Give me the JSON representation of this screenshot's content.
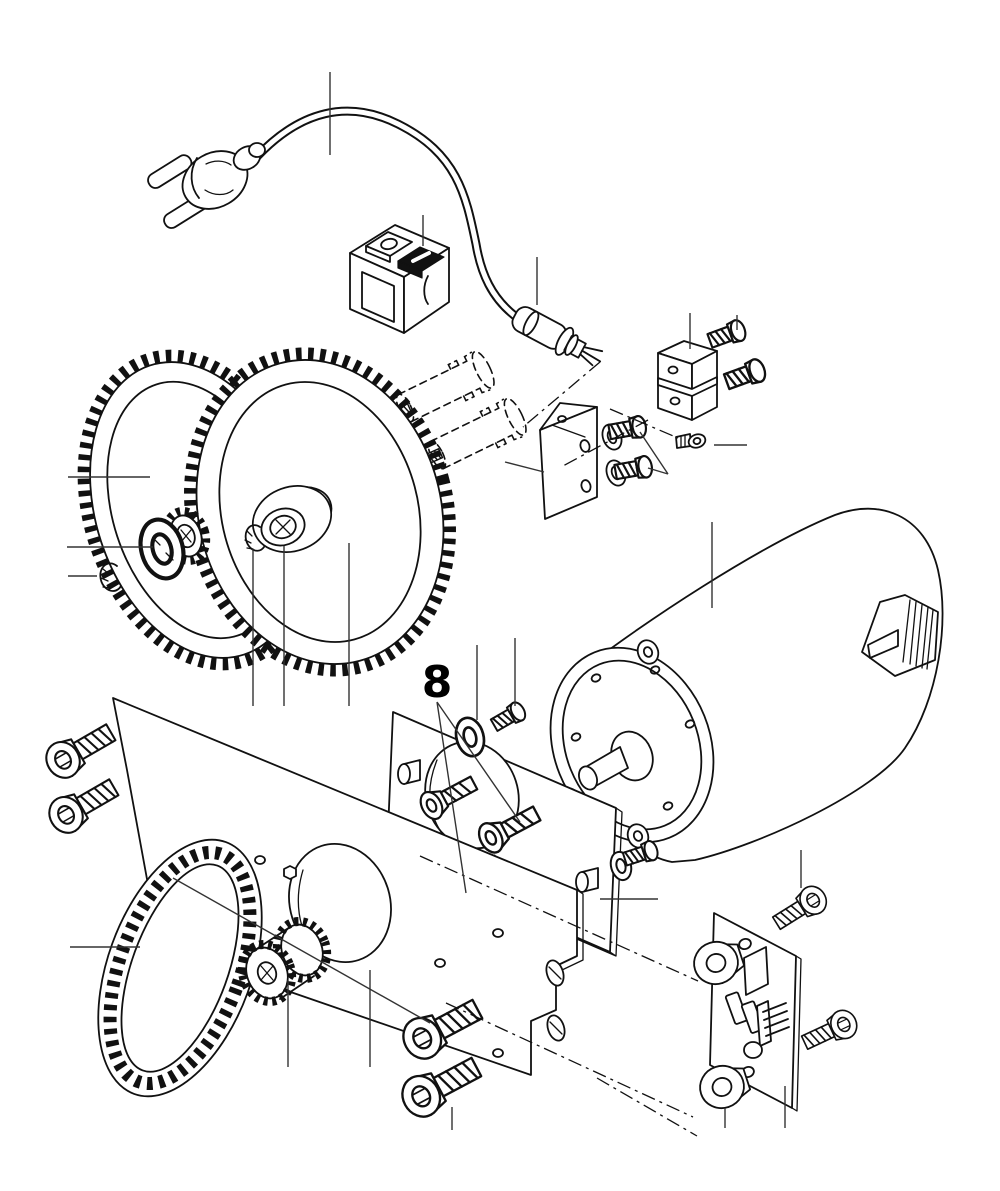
{
  "page": {
    "background": "#ffffff"
  },
  "diagram": {
    "kind": "exploded-parts-diagram",
    "subject": "electric motor drive assembly",
    "line_color": "#111111",
    "labels": {
      "callout_8": "8"
    },
    "callouts": [
      {
        "label": "8",
        "points_to": "countersunk-screws"
      }
    ],
    "parts": [
      {
        "id": "power-cord"
      },
      {
        "id": "mains-plug"
      },
      {
        "id": "rocker-switch"
      },
      {
        "id": "cable-strain-relief"
      },
      {
        "id": "cable-clamp-block"
      },
      {
        "id": "clamp-screws"
      },
      {
        "id": "mounting-bracket"
      },
      {
        "id": "bracket-screws-with-washers"
      },
      {
        "id": "cable-eyelet"
      },
      {
        "id": "phantom-rollers"
      },
      {
        "id": "large-gear-left"
      },
      {
        "id": "large-gear-right"
      },
      {
        "id": "pinion-gear"
      },
      {
        "id": "thrust-washer"
      },
      {
        "id": "retaining-rings"
      },
      {
        "id": "motor"
      },
      {
        "id": "motor-mounting-plate"
      },
      {
        "id": "countersunk-screws"
      },
      {
        "id": "base-plate"
      },
      {
        "id": "socket-head-screws"
      },
      {
        "id": "timing-belt"
      },
      {
        "id": "toothed-pulley"
      },
      {
        "id": "circuit-board"
      },
      {
        "id": "board-spacers"
      },
      {
        "id": "board-screws"
      }
    ]
  }
}
